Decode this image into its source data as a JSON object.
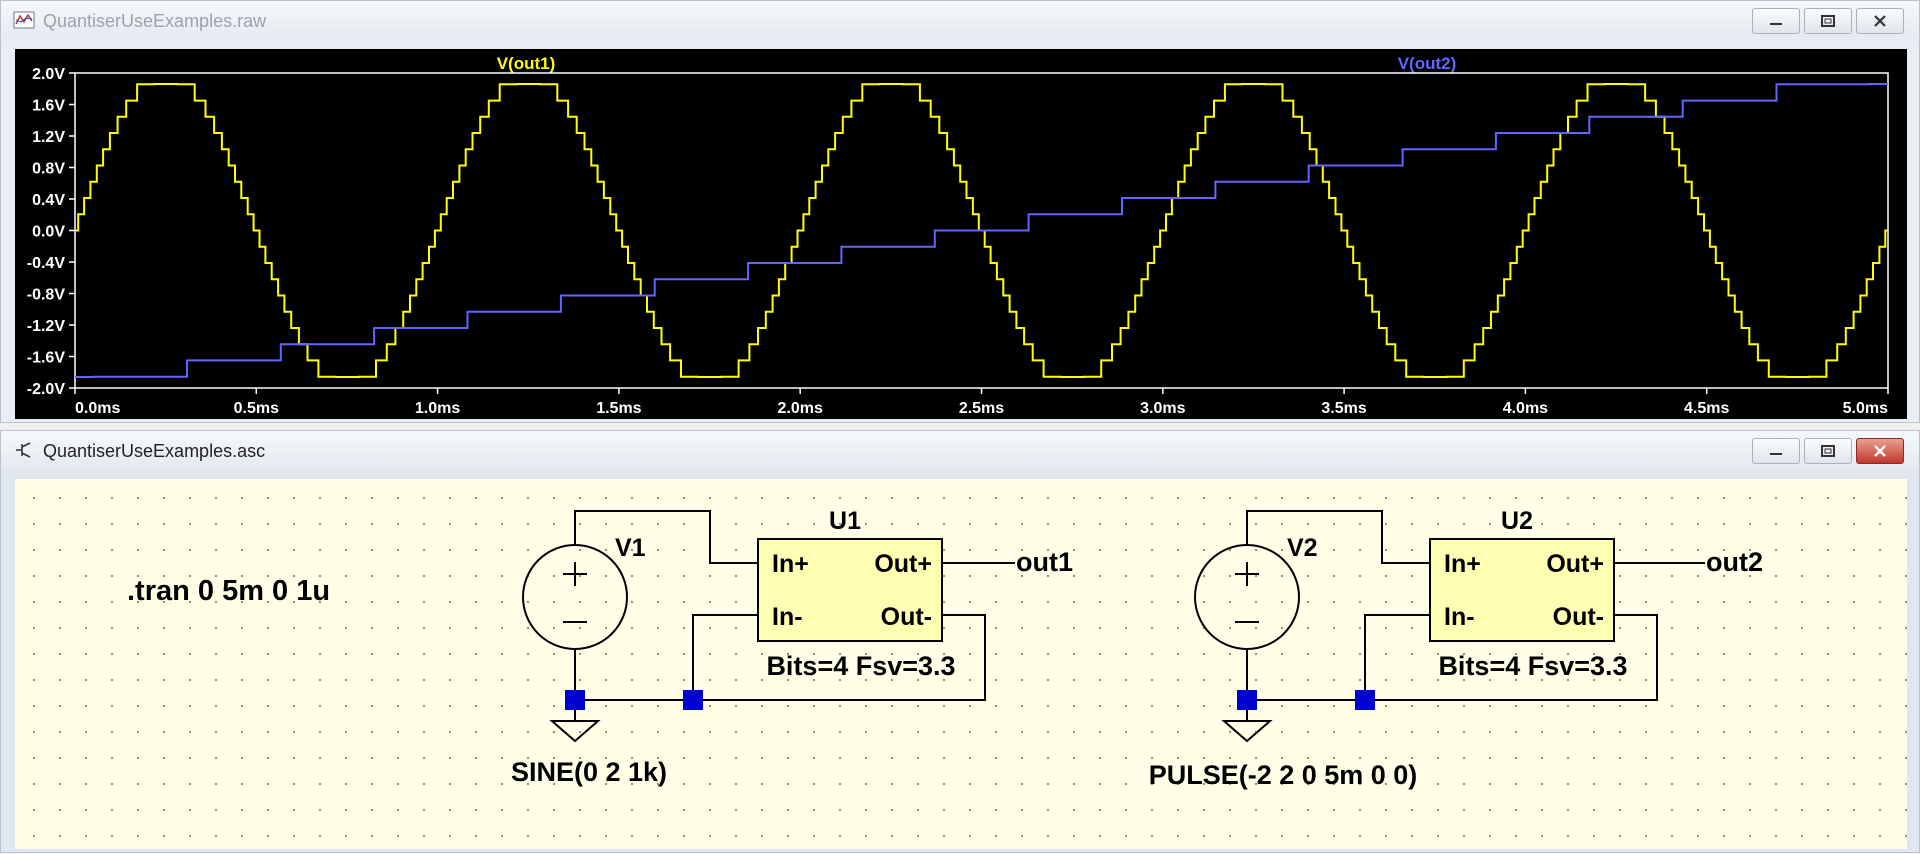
{
  "waveform_window": {
    "title": "QuantiserUseExamples.raw",
    "trace1_label": "V(out1)",
    "trace2_label": "V(out2)",
    "trace1_color": "#ffff00",
    "trace2_color": "#6464ff",
    "y_ticks": [
      "2.0V",
      "1.6V",
      "1.2V",
      "0.8V",
      "0.4V",
      "0.0V",
      "-0.4V",
      "-0.8V",
      "-1.2V",
      "-1.6V",
      "-2.0V"
    ],
    "x_ticks": [
      "0.0ms",
      "0.5ms",
      "1.0ms",
      "1.5ms",
      "2.0ms",
      "2.5ms",
      "3.0ms",
      "3.5ms",
      "4.0ms",
      "4.5ms",
      "5.0ms"
    ]
  },
  "schematic_window": {
    "title": "QuantiserUseExamples.asc",
    "directive": ".tran 0 5m 0 1u",
    "v1_label": "V1",
    "v1_value": "SINE(0 2 1k)",
    "u1_label": "U1",
    "u1_params": "Bits=4 Fsv=3.3",
    "v2_label": "V2",
    "v2_value": "PULSE(-2 2 0 5m 0 0)",
    "u2_label": "U2",
    "u2_params": "Bits=4 Fsv=3.3",
    "pin_in_plus": "In+",
    "pin_in_minus": "In-",
    "pin_out_plus": "Out+",
    "pin_out_minus": "Out-",
    "net1": "out1",
    "net2": "out2"
  },
  "chart_data": {
    "type": "line",
    "x_unit": "ms",
    "xlim": [
      0,
      5
    ],
    "ylim": [
      -2,
      2
    ],
    "grid": false,
    "series": [
      {
        "name": "V(out1)",
        "description": "4-bit quantised 1kHz sine, 2V amplitude, clipped at about ±1.86V",
        "source": "SINE(0 2 1k)",
        "peak_high": 1.86,
        "peak_low": -1.86
      },
      {
        "name": "V(out2)",
        "description": "4-bit quantised ramp from -2V to 2V over 5ms",
        "source": "PULSE(-2 2 0 5m 0 0)",
        "start": -1.86,
        "end": 1.86
      }
    ],
    "quantiser": {
      "bits": 4,
      "fsv": 3.3,
      "step": 0.20625
    }
  }
}
